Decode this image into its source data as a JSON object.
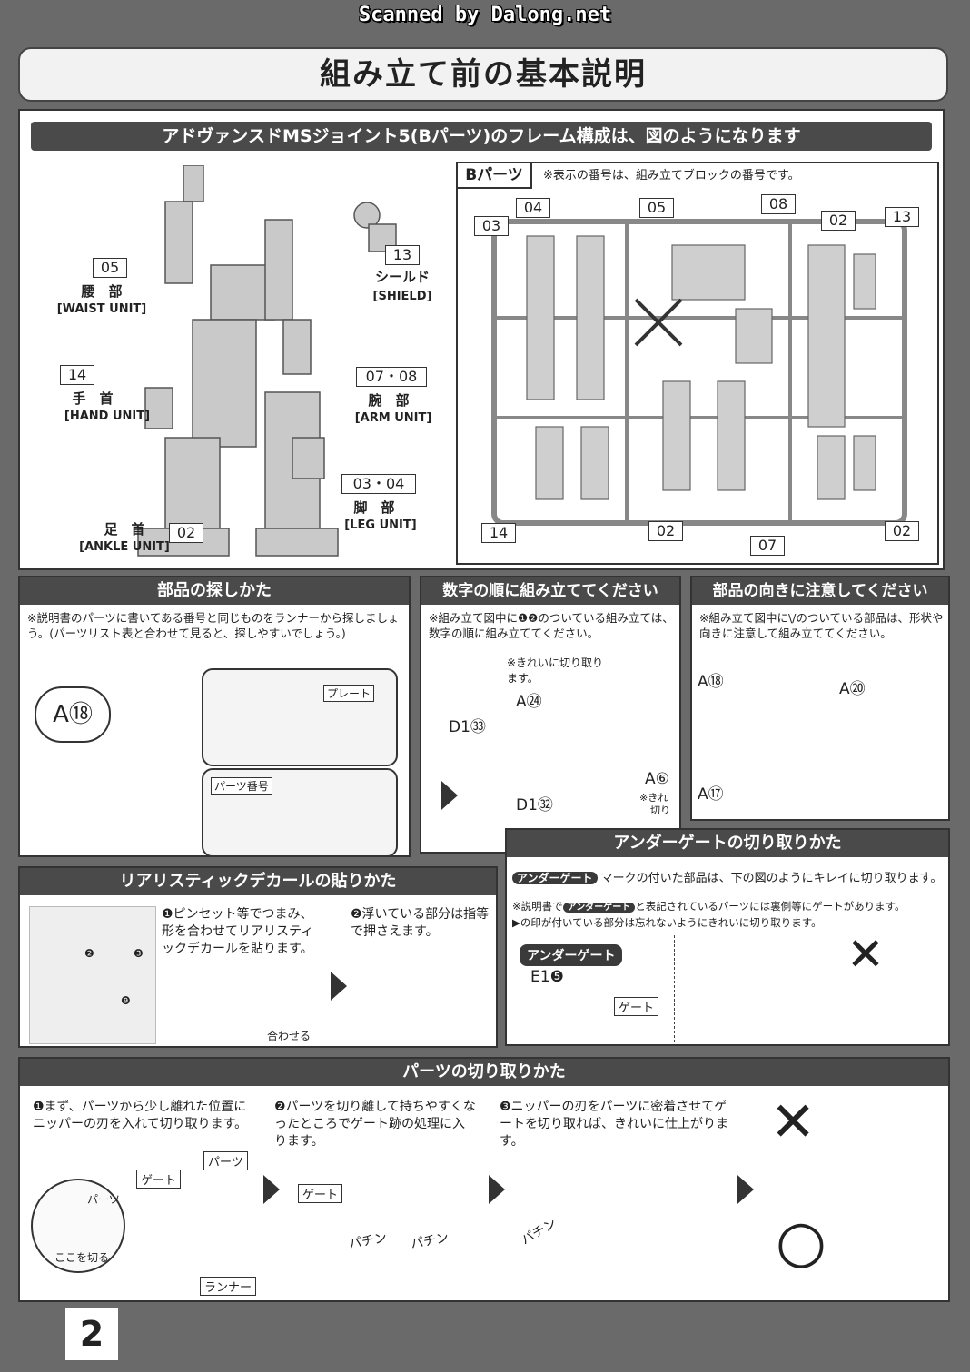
{
  "scan_credit": "Scanned by Dalong.net",
  "page_title": "組み立て前の基本説明",
  "frame": {
    "header": "アドヴァンスドMSジョイント5(Bパーツ)のフレーム構成は、図のようになります",
    "labels": [
      {
        "num": "05",
        "jp": "腰　部",
        "en": "[WAIST UNIT]"
      },
      {
        "num": "14",
        "jp": "手　首",
        "en": "[HAND UNIT]"
      },
      {
        "num": "02",
        "jp": "足　首",
        "en": "[ANKLE UNIT]"
      },
      {
        "num": "13",
        "jp": "シールド",
        "en": "[SHIELD]"
      },
      {
        "num": "07・08",
        "jp": "腕　部",
        "en": "[ARM UNIT]"
      },
      {
        "num": "03・04",
        "jp": "脚　部",
        "en": "[LEG UNIT]"
      }
    ],
    "runner_title": "Bパーツ",
    "runner_note": "※表示の番号は、組み立てブロックの番号です。",
    "runner_nums": [
      "03",
      "04",
      "05",
      "08",
      "02",
      "13",
      "14",
      "02",
      "07",
      "02"
    ]
  },
  "find": {
    "header": "部品の探しかた",
    "note": "※説明書のパーツに書いてある番号と同じものをランナーから探しましょう。(パーツリスト表と合わせて見ると、探しやすいでしょう。)",
    "callout": "A⑱",
    "plate": "プレート",
    "partnum": "パーツ番号"
  },
  "order": {
    "header": "数字の順に組み立ててください",
    "note": "※組み立て図中に❶❷のついている組み立ては、数字の順に組み立ててください。",
    "clean_note": "※きれいに切り取ります。",
    "labels": [
      "D1㉝",
      "A㉔",
      "D1㉜",
      "A⑥",
      "※きれ",
      "切り"
    ]
  },
  "orient": {
    "header": "部品の向きに注意してください",
    "note": "※組み立て図中に\\/のついている部品は、形状や向きに注意して組み立ててください。",
    "labels": [
      "A⑱",
      "A⑰",
      "A⑳"
    ]
  },
  "undergate": {
    "header": "アンダーゲートの切り取りかた",
    "tag": "アンダーゲート",
    "line1": "マークの付いた部品は、下の図のようにキレイに切り取ります。",
    "note_a": "※説明書で",
    "note_b": "と表記されているパーツには裏側等にゲートがあります。",
    "note_c": "▶の印が付いている部分は忘れないようにきれいに切り取ります。",
    "part": "E1❺",
    "gate": "ゲート",
    "x_mark": "✕"
  },
  "decal": {
    "header": "リアリスティックデカールの貼りかた",
    "step1": "❶ピンセット等でつまみ、形を合わせてリアリスティックデカールを貼ります。",
    "step2": "❷浮いている部分は指等で押さえます。",
    "align": "合わせる",
    "nums": [
      "❷",
      "❸",
      "❾"
    ]
  },
  "cut": {
    "header": "パーツの切り取りかた",
    "step1": "❶まず、パーツから少し離れた位置にニッパーの刃を入れて切り取ります。",
    "step2": "❷パーツを切り離して持ちやすくなったところでゲート跡の処理に入ります。",
    "step3": "❸ニッパーの刃をパーツに密着させてゲートを切り取れば、きれいに仕上がります。",
    "gate": "ゲート",
    "parts": "パーツ",
    "runner": "ランナー",
    "here": "ここを切る",
    "parts_v": "パーツ",
    "snap1": "パチン",
    "snap2": "パチン",
    "snap3": "パチン",
    "ng": "✕",
    "ok": "○"
  },
  "page_number": "2"
}
